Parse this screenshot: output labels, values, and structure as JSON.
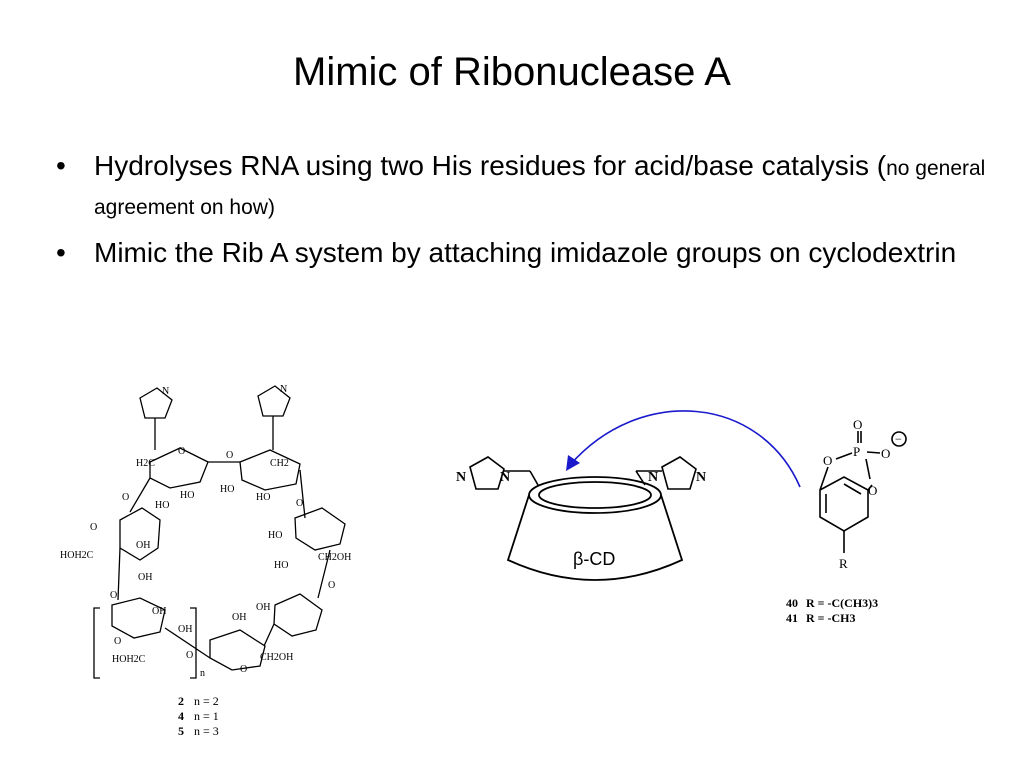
{
  "slide": {
    "title": "Mimic of Ribonuclease A",
    "bullets": [
      {
        "main": "Hydrolyses RNA using two His residues for acid/base catalysis (",
        "note": "no general agreement on how)"
      },
      {
        "main": "Mimic the Rib A system by attaching imidazole groups on cyclodextrin"
      }
    ]
  },
  "left_structure": {
    "atom_labels": {
      "n": "N",
      "o": "O",
      "h2c": "H2C",
      "ch2": "CH2",
      "ho": "HO",
      "oh": "OH",
      "hoh2c": "HOH2C",
      "ch2oh": "CH2OH",
      "repeat_n": "n"
    },
    "compounds": [
      {
        "num": "2",
        "text": "n = 2"
      },
      {
        "num": "4",
        "text": "n = 1"
      },
      {
        "num": "5",
        "text": "n = 3"
      }
    ]
  },
  "right_scheme": {
    "cd_label": "β-CD",
    "n_label": "N",
    "p_label": "P",
    "o_label": "O",
    "r_label": "R",
    "charge": "−",
    "arrow_color": "#1a1acc",
    "compounds": [
      {
        "num": "40",
        "text": "R = -C(CH3)3"
      },
      {
        "num": "41",
        "text": "R = -CH3"
      }
    ]
  }
}
